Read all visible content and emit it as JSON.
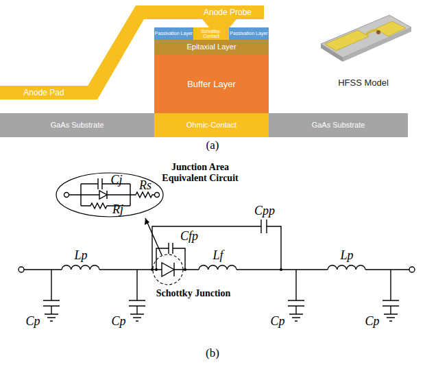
{
  "diagram": {
    "nodes": [
      {
        "text": [
          "Anode Pad"
        ]
      },
      {
        "text": [
          "Anode Probe"
        ]
      },
      {
        "text": [
          "Passivation Layer"
        ]
      },
      {
        "text": [
          "Schottky-Contact"
        ]
      },
      {
        "text": [
          "Passivation Layer"
        ]
      },
      {
        "text": [
          "Epitaxial Layer"
        ]
      },
      {
        "text": [
          "Buffer Layer"
        ]
      },
      {
        "text": [
          "GaAs Substrate"
        ]
      },
      {
        "text": [
          "Ohmic-Contact"
        ]
      },
      {
        "text": [
          "GaAs Substrate"
        ]
      }
    ],
    "labels": [
      "HFSS Model",
      "(a)",
      "Junction Area Equivalent Circuit",
      "Cj",
      "Rs",
      "Rj",
      "Cpp",
      "Cfp",
      "Lp",
      "Lf",
      "Lp",
      "Cp",
      "Cp",
      "Cp",
      "Cp",
      "Schottky Junction",
      "(b)"
    ]
  }
}
